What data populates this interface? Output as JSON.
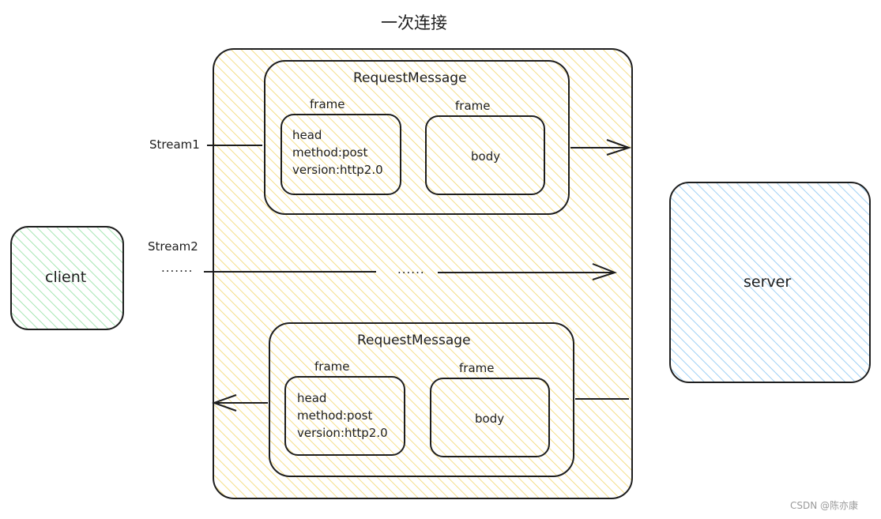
{
  "title": "一次连接",
  "client": {
    "label": "client"
  },
  "server": {
    "label": "server"
  },
  "stream1": {
    "label": "Stream1"
  },
  "stream2": {
    "label": "Stream2",
    "ellipsis_left": ".......",
    "ellipsis_mid": "......"
  },
  "messages": [
    {
      "label": "RequestMessage",
      "head_frame": {
        "label": "frame",
        "lines": [
          "head",
          "method:post",
          "version:http2.0"
        ]
      },
      "body_frame": {
        "label": "frame",
        "content": "body"
      }
    },
    {
      "label": "RequestMessage",
      "head_frame": {
        "label": "frame",
        "lines": [
          "head",
          "method:post",
          "version:http2.0"
        ]
      },
      "body_frame": {
        "label": "frame",
        "content": "body"
      }
    }
  ],
  "watermark": "CSDN @陈亦康",
  "colors": {
    "connection_fill": "#ffec99",
    "client_fill": "#b2f2bb",
    "server_fill": "#a5d8ff",
    "stroke": "#1e1e1e"
  }
}
